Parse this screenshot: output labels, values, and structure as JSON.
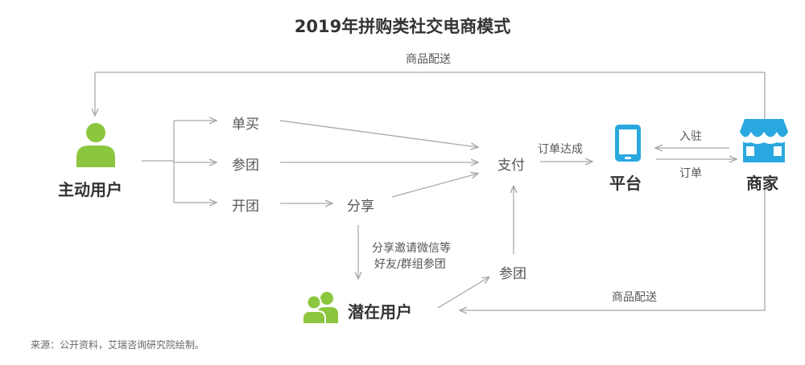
{
  "title": "2019年拼购类社交电商模式",
  "source": "来源：公开资料，艾瑞咨询研究院绘制。",
  "actors": {
    "active_user": "主动用户",
    "potential_user": "潜在用户",
    "platform": "平台",
    "merchant": "商家"
  },
  "steps": {
    "single_buy": "单买",
    "join_group": "参团",
    "open_group": "开团",
    "share": "分享",
    "pay": "支付",
    "join_group_2": "参团"
  },
  "edge_labels": {
    "delivery_top": "商品配送",
    "order_reached": "订单达成",
    "settle_in": "入驻",
    "order": "订单",
    "invite_line1": "分享邀请微信等",
    "invite_line2": "好友/群组参团",
    "delivery_bottom": "商品配送"
  },
  "icons": {
    "active_user": "person-icon",
    "potential_user": "people-icon",
    "platform": "tablet-icon",
    "merchant": "shop-icon"
  },
  "colors": {
    "green": "#8cc63f",
    "blue": "#29a8e0",
    "line": "#a9a9a9",
    "text": "#333333"
  }
}
